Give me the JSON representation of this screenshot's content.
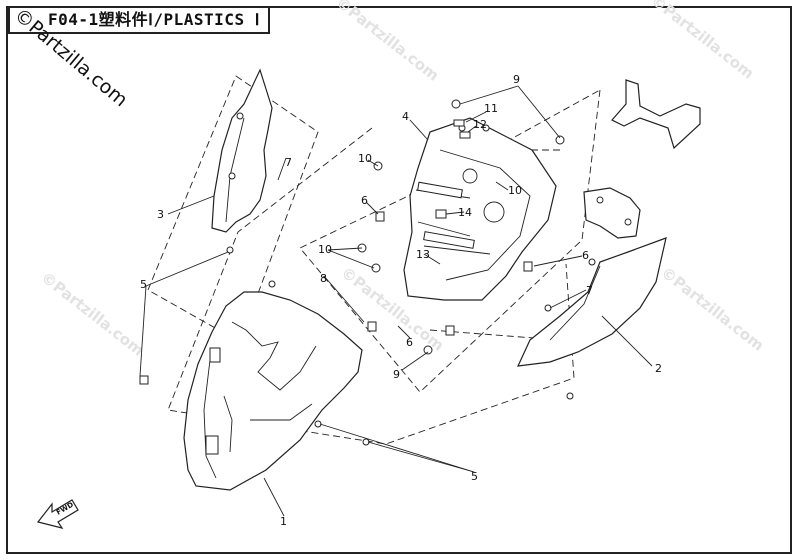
{
  "header": {
    "title": "F04-1塑料件Ⅰ/PLASTICS Ⅰ"
  },
  "branding": {
    "logo_text": "©Partzilla.com",
    "watermark": "©Partzilla.com"
  },
  "fwd_label": "FWD",
  "callouts": {
    "c1": "1",
    "c2": "2",
    "c3": "3",
    "c4": "4",
    "c5a": "5",
    "c5b": "5",
    "c6a": "6",
    "c6b": "6",
    "c6c": "6",
    "c7a": "7",
    "c7b": "7",
    "c8": "8",
    "c9a": "9",
    "c9b": "9",
    "c10a": "10",
    "c10b": "10",
    "c10c": "10",
    "c11": "11",
    "c12": "12",
    "c13": "13",
    "c14": "14"
  }
}
